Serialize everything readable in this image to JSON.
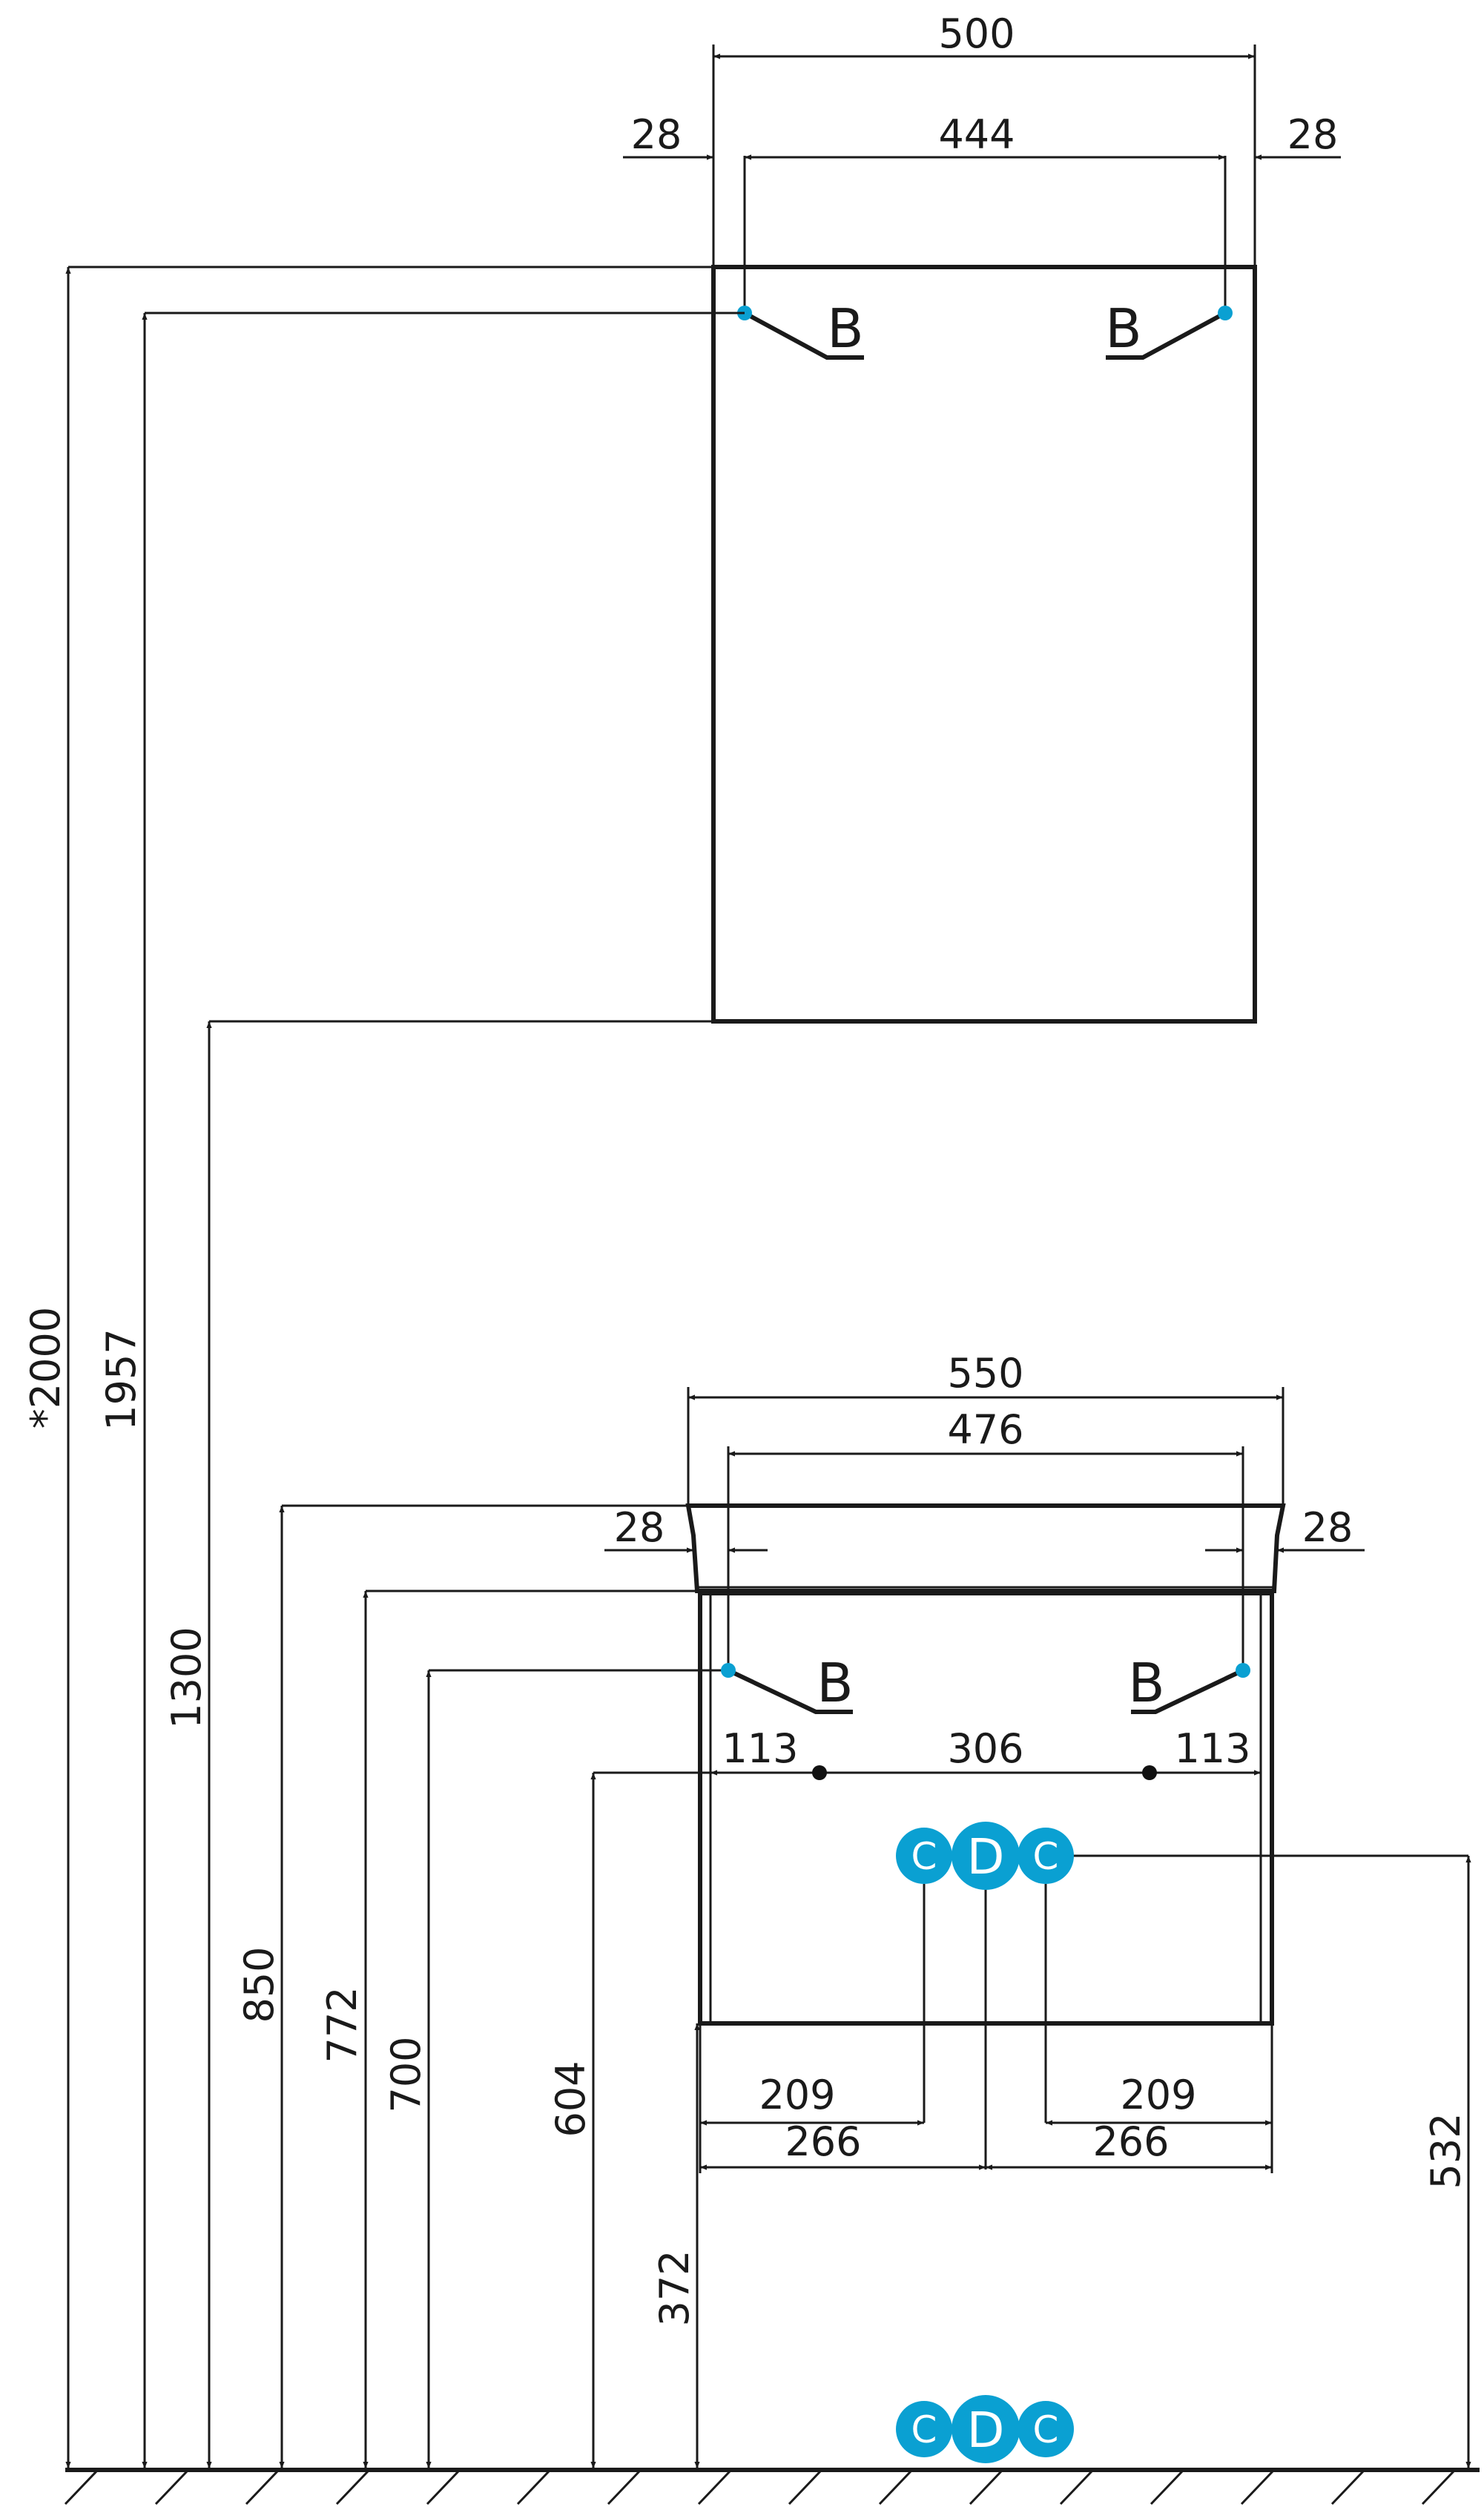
{
  "colors": {
    "line": "#1a1a1a",
    "accent": "#0aa0d2",
    "point": "#111111"
  },
  "mirror_cabinet": {
    "width_total": "500",
    "width_inner": "444",
    "offset_left": "28",
    "offset_right": "28",
    "hanger_label_left": "B",
    "hanger_label_right": "B"
  },
  "vanity": {
    "width_top": "550",
    "width_inner": "476",
    "offset_left": "28",
    "offset_right": "28",
    "hanger_label_left": "B",
    "hanger_label_right": "B",
    "hole_left": "113",
    "hole_between": "306",
    "hole_right": "113",
    "pipe_left_209": "209",
    "pipe_right_209": "209",
    "pipe_left_266": "266",
    "pipe_right_266": "266"
  },
  "heights": {
    "total": "*2000",
    "mirror_hanger": "1957",
    "mirror_bottom": "1300",
    "vanity_top": "850",
    "vanity_body_top": "772",
    "vanity_hanger": "700",
    "vanity_holes": "604",
    "vanity_bottom": "372",
    "pipe_height": "532"
  },
  "connections": {
    "cold": "C",
    "drain": "D",
    "hot": "C"
  }
}
